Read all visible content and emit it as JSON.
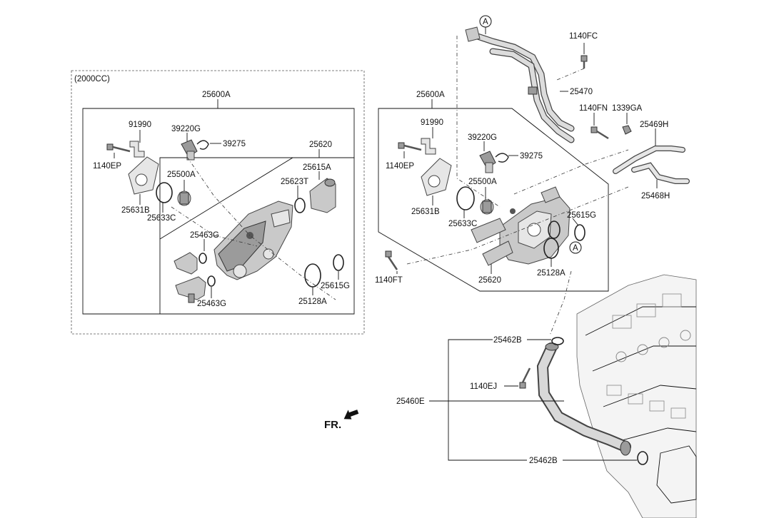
{
  "variant_label": "(2000CC)",
  "left_group": {
    "assembly": "25600A",
    "housing": "25620",
    "parts": {
      "p91990": "91990",
      "p39220G": "39220G",
      "p39275": "39275",
      "p1140EP": "1140EP",
      "p25500A": "25500A",
      "p25631B": "25631B",
      "p25633C": "25633C",
      "p25623T": "25623T",
      "p25615A": "25615A",
      "p25463G_top": "25463G",
      "p25463G_bottom": "25463G",
      "p25615G": "25615G",
      "p25128A": "25128A"
    }
  },
  "right_group": {
    "assembly": "25600A",
    "housing": "25620",
    "parts": {
      "p91990": "91990",
      "p39220G": "39220G",
      "p39275": "39275",
      "p1140EP": "1140EP",
      "p25500A": "25500A",
      "p25631B": "25631B",
      "p25633C": "25633C",
      "p25615G": "25615G",
      "p25128A": "25128A",
      "p1140FT": "1140FT"
    }
  },
  "pipes": {
    "p1140FC": "1140FC",
    "p25470": "25470",
    "p1140FN": "1140FN",
    "p1339GA": "1339GA",
    "p25469H": "25469H",
    "p25468H": "25468H",
    "p25462B_top": "25462B",
    "p1140EJ": "1140EJ",
    "p25460E": "25460E",
    "p25462B_bottom": "25462B"
  },
  "markers": {
    "circle_a_top": "A",
    "circle_a_bottom": "A"
  },
  "front_indicator": "FR."
}
